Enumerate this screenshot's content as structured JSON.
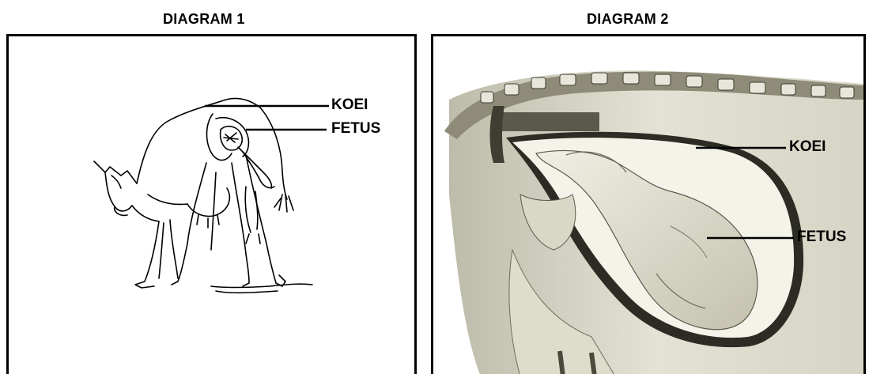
{
  "diagram1": {
    "title": "DIAGRAM 1",
    "labels": {
      "koei": "KOEI",
      "fetus": "FETUS"
    }
  },
  "diagram2": {
    "title": "DIAGRAM 2",
    "labels": {
      "koei": "KOEI",
      "fetus": "FETUS"
    }
  },
  "colors": {
    "ink": "#000000",
    "sepia_dark": "#4a4a3c",
    "sepia_mid": "#9b9b86",
    "sepia_light": "#d8d6c6"
  }
}
